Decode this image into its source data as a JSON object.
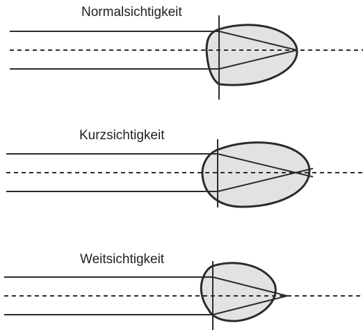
{
  "panels": [
    {
      "title": "Normalsichtigkeit"
    },
    {
      "title": "Kurzsichtigkeit"
    },
    {
      "title": "Weitsichtigkeit"
    }
  ],
  "colors": {
    "eyeball_fill": "#e2e2e2",
    "stroke": "#2b2b2b",
    "text": "#1f1f1f",
    "background": "#ffffff"
  }
}
